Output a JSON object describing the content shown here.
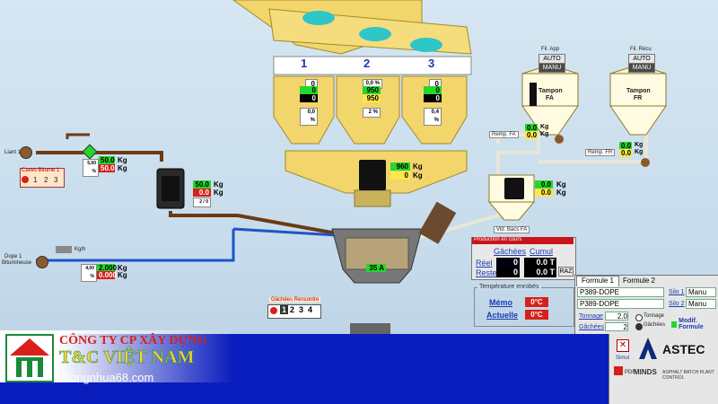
{
  "colors": {
    "accent": "#1a3bb0",
    "bitumen": "#6b3a13",
    "dope": "#1f54c8",
    "hopper": "#f2d56b",
    "red": "#d8201a",
    "green": "#25d62b"
  },
  "bins": {
    "labels": [
      "1",
      "2",
      "3"
    ],
    "bin1": {
      "top": "0",
      "green": "0",
      "red": "0",
      "mini": "0,0 %"
    },
    "bin2": {
      "top": "0,0 %",
      "green": "950",
      "red": "950",
      "mini": "2 %"
    },
    "bin3": {
      "top": "0",
      "green": "0",
      "red": "0",
      "mini": "0,4 %"
    }
  },
  "weigh_hopper": {
    "value": "960",
    "value2": "0",
    "unit": "Kg",
    "unit2": "Kg"
  },
  "bitumen": {
    "line_label": "Liant 1",
    "pct": "5,00 %",
    "v1": "50.0",
    "v2": "50.0",
    "unit": "Kg",
    "unit2": "Kg",
    "caves_title": "Caves Bitume 1",
    "caves": [
      "1",
      "2",
      "3"
    ],
    "scale1": "50.0",
    "scale2": "0.0",
    "unit3": "Kg",
    "unit4": "Kg",
    "scale_small": "2 / 0"
  },
  "dope": {
    "line_label1": "Dope 1",
    "line_label2": "Bitumineuse",
    "rate_label": "Kg/h",
    "pct": "4,00 %",
    "v1": "2.000",
    "v2": "0.000",
    "unit": "Kg",
    "unit2": "Kg"
  },
  "mixer": {
    "label": "35 A"
  },
  "filler": {
    "fa_app": {
      "title": "Fil. App",
      "mode": "AUTO",
      "sub": "MANU"
    },
    "fa_rec": {
      "title": "Fil. Récu",
      "mode": "AUTO",
      "sub": "MANU"
    },
    "silo_fa": {
      "l1": "Tampon",
      "l2": "FA"
    },
    "silo_fr": {
      "l1": "Tampon",
      "l2": "FR"
    },
    "remp_fa": "Remp. FA",
    "remp_fr": "Remp. FR",
    "vid_bacs": "Vid. Bacs FA",
    "fa_v1": "0.0",
    "fa_v2": "0.0",
    "fr_v1": "0.0",
    "fr_v2": "0.0",
    "fa_unit": "Kg",
    "fa_unit2": "Kg",
    "fr_unit": "Kg",
    "fr_unit2": "Kg",
    "weigh_v1": "0.0",
    "weigh_v2": "0.0",
    "weigh_unit": "Kg",
    "weigh_unit2": "Kg"
  },
  "production": {
    "title": "Production en cours",
    "col1": "Gâchées",
    "col2": "Cumul",
    "reel_label": "Réel",
    "reel_g": "0",
    "reel_c": "0.0 T",
    "reste_label": "Reste",
    "reste_g": "0",
    "reste_c": "0.0 T",
    "raz": "RAZ"
  },
  "temperature": {
    "title": "Température enrobés",
    "memo_label": "Mémo",
    "memo_value": "0°C",
    "actuelle_label": "Actuelle",
    "actuelle_value": "0°C"
  },
  "gachees_rencontre": {
    "title": "Gâchées Rencontre",
    "nums": [
      "1",
      "2",
      "3",
      "4"
    ]
  },
  "formula": {
    "tabs": [
      "Formule 1",
      "Formule 2"
    ],
    "row1": "P389-DOPE",
    "row2": "P389-DOPE",
    "silo1_label": "Silo 1",
    "silo1_value": "Manu",
    "silo2_label": "Silo 2",
    "silo2_value": "Manu",
    "tonnage_label": "Tonnage",
    "tonnage_value": "2.0",
    "gachees_label": "Gâchées",
    "gachees_value": "2",
    "radio1": "Tonnage",
    "radio2": "Gâchées",
    "modif": "Modif. Formule"
  },
  "footer": {
    "signal": "Simul",
    "pdf": "PDF",
    "minds": "MINDS",
    "astec": "ASTEC",
    "astec_sub": "ASPHALT BATCH PLANT CONTROL"
  },
  "company": {
    "line1": "CÔNG TY CP XÂY DỰNG",
    "line2": "T&C VIỆT NAM",
    "website": "betongnhua68.com"
  }
}
